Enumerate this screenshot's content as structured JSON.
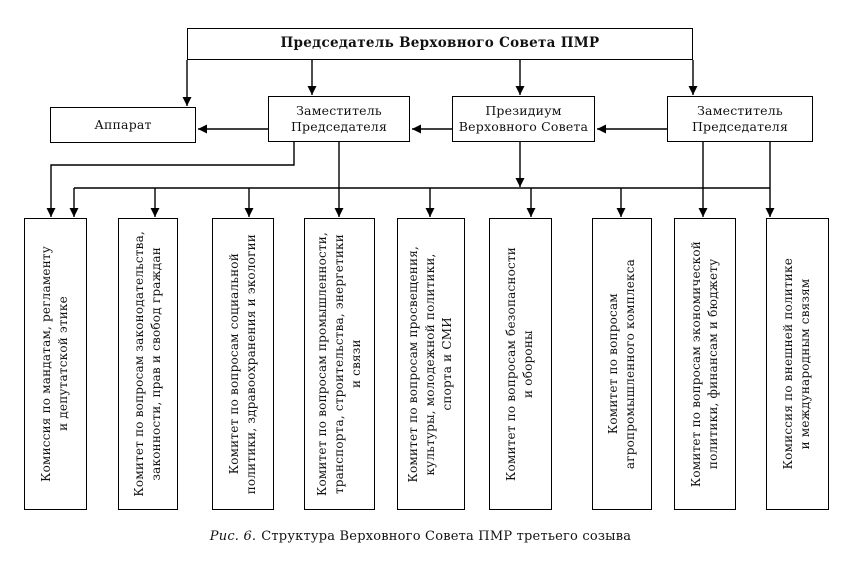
{
  "title_box": {
    "label": "Председатель Верховного Совета ПМР"
  },
  "level2": {
    "apparat": {
      "label": "Аппарат"
    },
    "deputy_left": {
      "label": "Заместитель\nПредседателя"
    },
    "presidium": {
      "label": "Президиум\nВерховного Совета"
    },
    "deputy_right": {
      "label": "Заместитель\nПредседателя"
    }
  },
  "committees": [
    {
      "label": "Комиссия по мандатам, регламенту\nи депутатской этике"
    },
    {
      "label": "Комитет по вопросам законодательства,\nзаконности, прав и свобод граждан"
    },
    {
      "label": "Комитет по вопросам социальной\nполитики, здравоохранения и экологии"
    },
    {
      "label": "Комитет по вопросам промышленности,\nтранспорта, строительства, энергетики\nи связи"
    },
    {
      "label": "Комитет по вопросам просвещения,\nкультуры, молодежной политики,\nспорта и СМИ"
    },
    {
      "label": "Комитет по вопросам безопасности\nи обороны"
    },
    {
      "label": "Комитет по вопросам\nагропромышленного комплекса"
    },
    {
      "label": "Комитет по вопросам экономической\nполитики, финансам и бюджету"
    },
    {
      "label": "Комиссия по внешней политике\nи международным связям"
    }
  ],
  "caption": {
    "figure_label": "Рис. 6.",
    "text": "Структура Верховного Совета ПМР третьего созыва"
  },
  "colors": {
    "line": "#000000",
    "background": "#ffffff"
  }
}
